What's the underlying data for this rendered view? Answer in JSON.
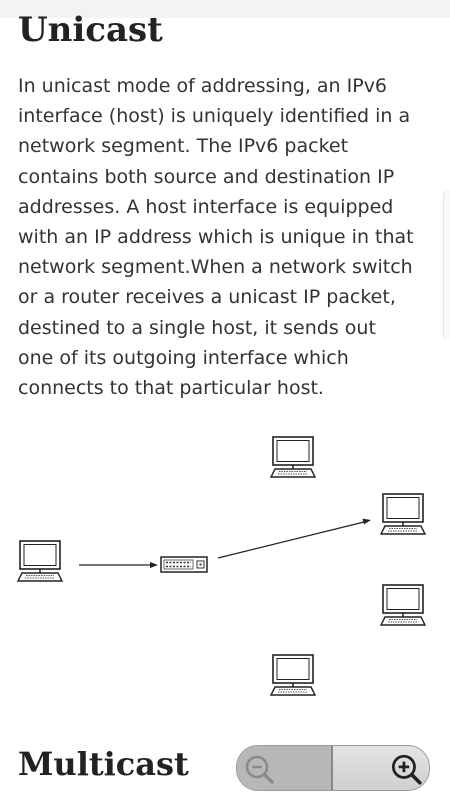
{
  "section": {
    "title": "Unicast",
    "paragraph_lines": [
      "In unicast mode of addressing, an IPv6",
      "interface (host) is uniquely identified in a",
      "network segment. The IPv6 packet",
      "contains both source and destination IP",
      "addresses. A host interface is equipped",
      "with an IP address which is unique in that",
      "network segment.When a network switch",
      "or a router receives a unicast IP packet,",
      "destined to a single host, it sends out",
      "one of its outgoing interface which",
      "connects to that particular host."
    ]
  },
  "next_section": {
    "title": "Multicast"
  },
  "zoom_control": {
    "zoom_out_icon": "zoom-out-icon",
    "zoom_in_icon": "zoom-in-icon"
  },
  "diagram": {
    "icons": [
      "computer-icon",
      "network-switch-icon"
    ]
  }
}
